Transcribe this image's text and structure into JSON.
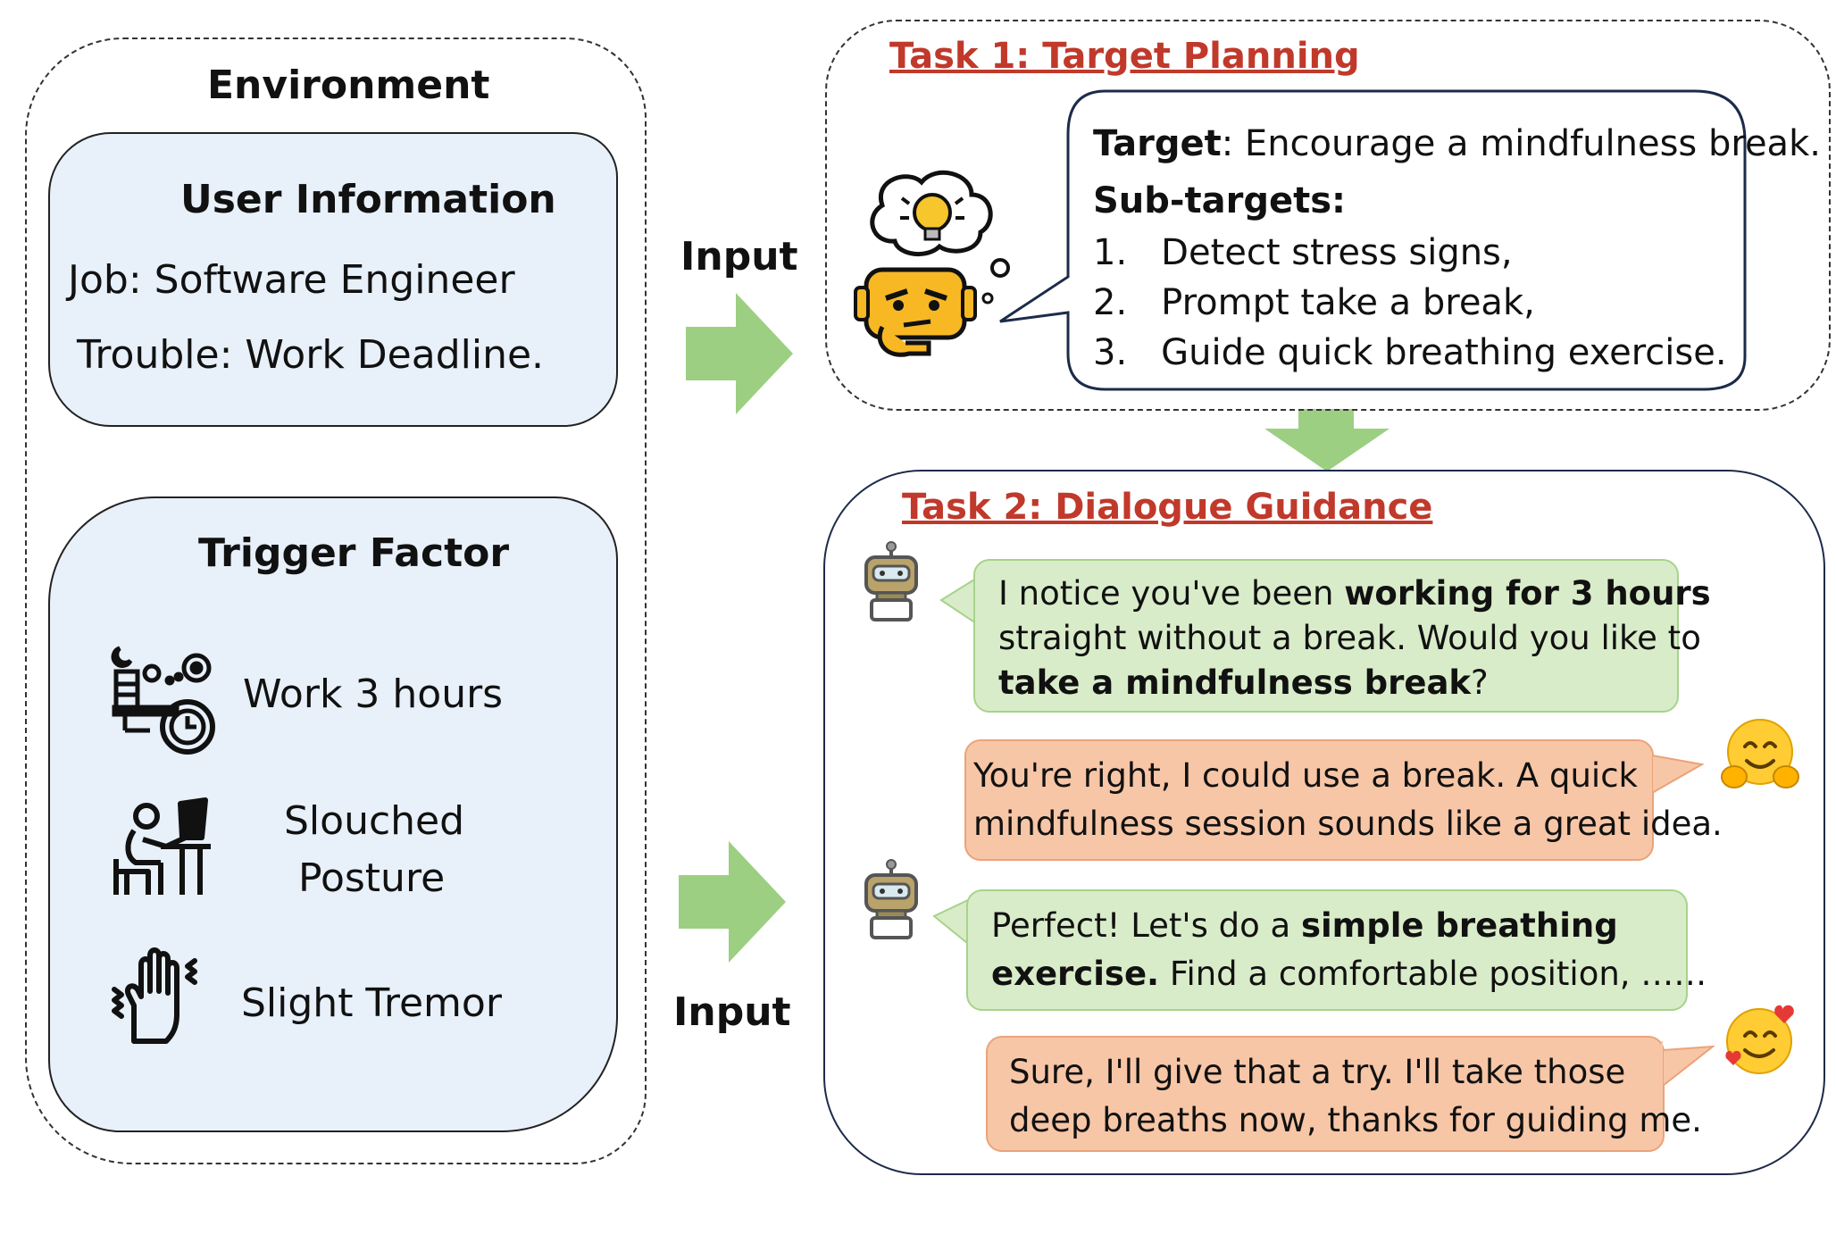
{
  "environment": {
    "title": "Environment",
    "user_info": {
      "title": "User Information",
      "job": "Job: Software Engineer",
      "trouble": "Trouble: Work Deadline."
    },
    "trigger": {
      "title": "Trigger Factor",
      "items": [
        {
          "icon": "desk-clock-icon",
          "label": "Work 3 hours"
        },
        {
          "icon": "slouched-person-icon",
          "label_line1": "Slouched",
          "label_line2": "Posture"
        },
        {
          "icon": "shaking-hand-icon",
          "label": "Slight Tremor"
        }
      ]
    }
  },
  "arrows": {
    "top_label": "Input",
    "bottom_label": "Input",
    "color": "#9ccf82"
  },
  "task1": {
    "title": "Task 1: Target Planning",
    "target_key": "Target",
    "target_value": ": Encourage a mindfulness break.",
    "subtargets_label": "Sub-targets:",
    "subtargets": [
      {
        "num": "1.",
        "text": "Detect stress signs,"
      },
      {
        "num": "2.",
        "text": "Prompt take a break,"
      },
      {
        "num": "3.",
        "text": "Guide quick breathing exercise."
      }
    ]
  },
  "task2": {
    "title": "Task 2: Dialogue Guidance",
    "messages": [
      {
        "role": "bot",
        "line1_pre": "I notice you've been ",
        "line1_bold": "working for 3 hours",
        "line2": "straight without a break. Would you like to",
        "line3_bold": "take a mindfulness break",
        "line3_post": "?"
      },
      {
        "role": "user",
        "line1": "You're right, I could use a break. A quick",
        "line2": "mindfulness session sounds like a great idea."
      },
      {
        "role": "bot",
        "line1_pre": "Perfect! Let's do a ",
        "line1_bold": "simple breathing",
        "line2_bold": "exercise.",
        "line2_post": " Find a comfortable position, ……"
      },
      {
        "role": "user",
        "line1": "Sure, I'll give that a try. I'll take those",
        "line2": "deep breaths now, thanks for guiding me."
      }
    ]
  },
  "colors": {
    "task_title": "#c0392b",
    "blob_fill": "#e8f0fa",
    "bot_bubble": "#d9ecc9",
    "user_bubble": "#f7c6a6"
  }
}
